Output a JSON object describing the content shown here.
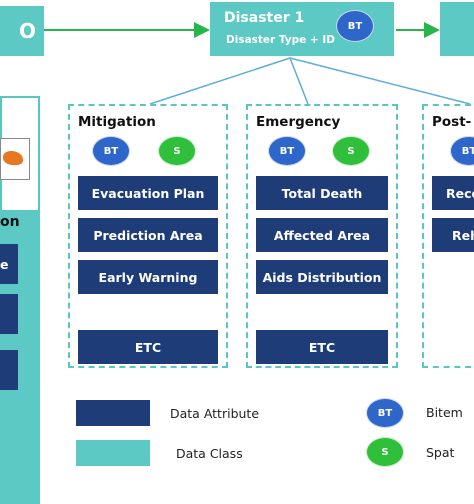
{
  "top": {
    "left_label": "O",
    "disaster_title": "Disaster 1",
    "disaster_subtitle": "Disaster Type + ID",
    "bt": "BT"
  },
  "groups": [
    {
      "title": "Mitigation",
      "bt": "BT",
      "s": "S",
      "items": [
        "Evacuation Plan",
        "Prediction Area",
        "Early Warning",
        "ETC"
      ]
    },
    {
      "title": "Emergency",
      "bt": "BT",
      "s": "S",
      "items": [
        "Total Death",
        "Affected Area",
        "Aids Distribution",
        "ETC"
      ]
    },
    {
      "title": "Post-",
      "bt": "BT",
      "items": [
        "Reco",
        "Reha"
      ]
    }
  ],
  "left_panel": {
    "label": "on",
    "rows": [
      "e"
    ]
  },
  "legend": {
    "data_attribute": "Data Attribute",
    "data_class": "Data Class",
    "bt_symbol": "BT",
    "bt_label": "Bitem",
    "s_symbol": "S",
    "s_label": "Spat"
  },
  "colors": {
    "navy": "#1d3c78",
    "teal": "#5cc9c4",
    "bt_blue": "#2f66c9",
    "s_green": "#2fbf3a",
    "arrow_green": "#28b54a"
  }
}
